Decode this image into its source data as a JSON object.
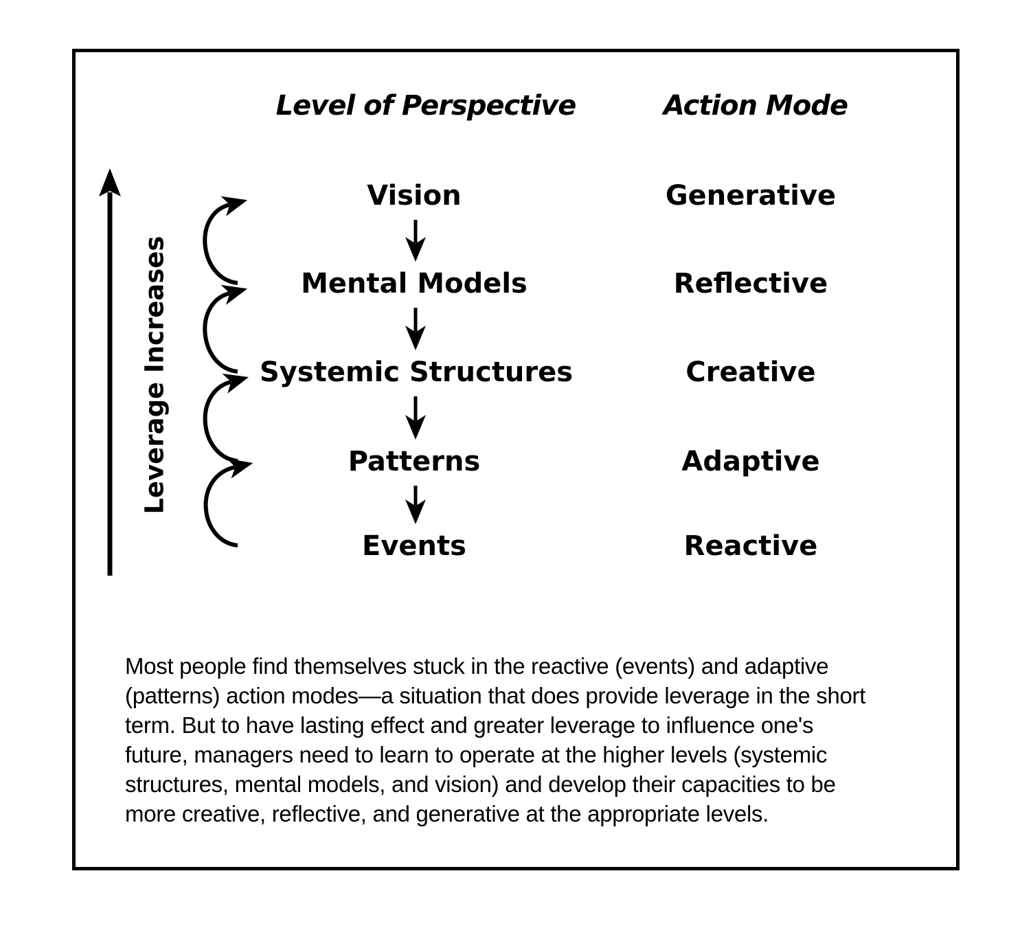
{
  "diagram": {
    "headers": {
      "perspective": "Level of Perspective",
      "action_mode": "Action Mode"
    },
    "leverage_label": "Leverage Increases",
    "rows": [
      {
        "level": "Vision",
        "mode": "Generative"
      },
      {
        "level": "Mental Models",
        "mode": "Reflective"
      },
      {
        "level": "Systemic Structures",
        "mode": "Creative"
      },
      {
        "level": "Patterns",
        "mode": "Adaptive"
      },
      {
        "level": "Events",
        "mode": "Reactive"
      }
    ],
    "colors": {
      "ink": "#000000",
      "background": "#ffffff"
    },
    "caption_lines": [
      "Most people find themselves stuck in the reactive (events) and adaptive",
      "(patterns) action modes—a situation that does provide leverage in the short",
      "term. But to have lasting effect and greater leverage to influence one's",
      "future, managers need to learn to operate at the higher levels (systemic",
      "structures, mental models, and vision) and develop their capacities to be",
      "more creative, reflective, and generative at the appropriate levels."
    ]
  }
}
